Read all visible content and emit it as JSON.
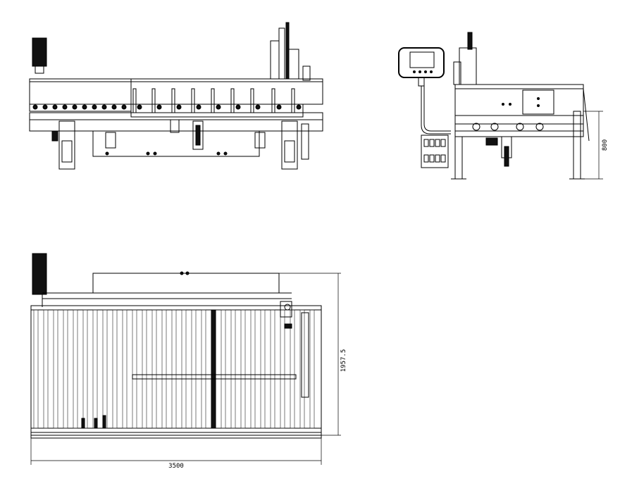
{
  "drawing": {
    "views": [
      "front-view",
      "side-view",
      "top-view"
    ],
    "dimensions": {
      "top_width": "3500",
      "top_depth": "1957.5",
      "side_height": "800"
    }
  }
}
